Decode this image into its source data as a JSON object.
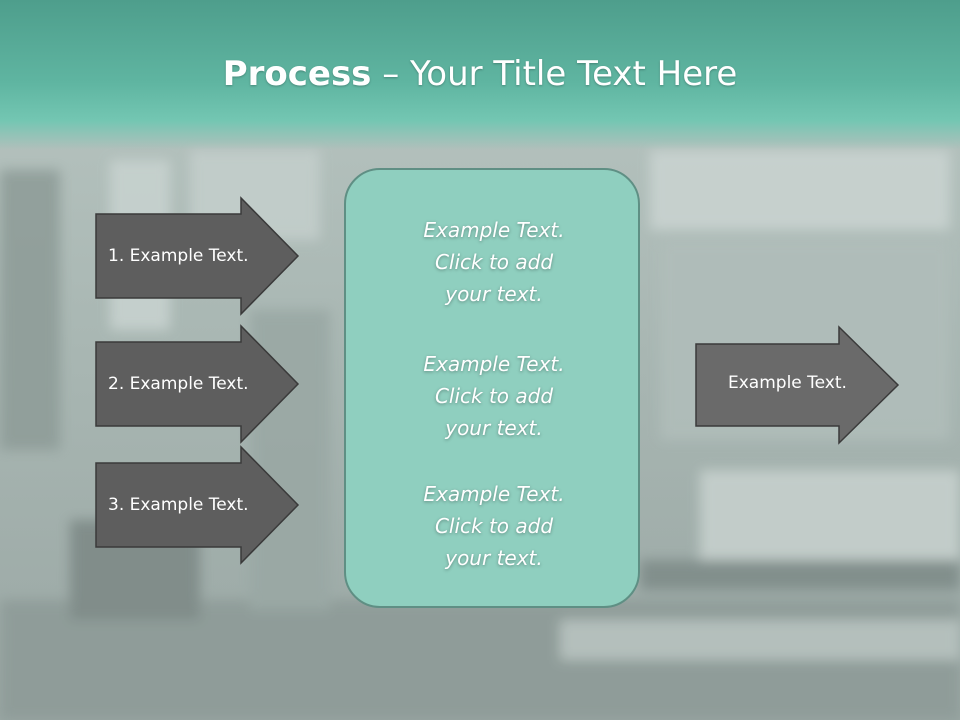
{
  "slide": {
    "title_bold": "Process",
    "title_rest": " – Your Title Text Here",
    "left_arrows": [
      {
        "label": "1. Example Text."
      },
      {
        "label": "2. Example Text."
      },
      {
        "label": "3. Example Text."
      }
    ],
    "center_blocks": [
      {
        "line1": "Example Text.",
        "line2": "Click  to add",
        "line3": "your text."
      },
      {
        "line1": "Example Text.",
        "line2": "Click  to add",
        "line3": "your text."
      },
      {
        "line1": "Example Text.",
        "line2": "Click  to add",
        "line3": "your text."
      }
    ],
    "right_arrow": {
      "label": "Example Text."
    }
  },
  "colors": {
    "title_band": "#5fb5a1",
    "arrow_fill": "#5e5e5e",
    "center_box_fill": "#8fcfbf"
  }
}
